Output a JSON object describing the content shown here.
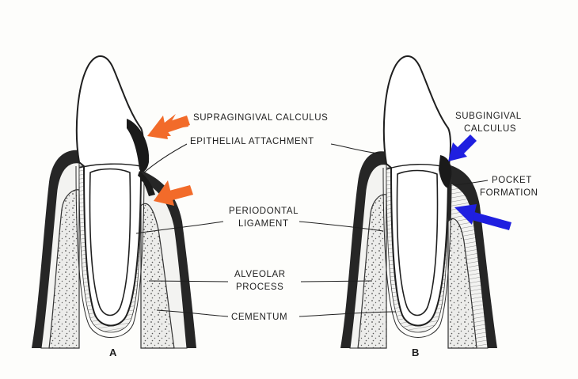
{
  "labels": {
    "supragingival": "SUPRAGINGIVAL  CALCULUS",
    "epithelial": "EPITHELIAL  ATTACHMENT",
    "periodontal_1": "PERIODONTAL",
    "periodontal_2": "LIGAMENT",
    "alveolar_1": "ALVEOLAR",
    "alveolar_2": "PROCESS",
    "cementum": "CEMENTUM",
    "subgingival_1": "SUBGINGIVAL",
    "subgingival_2": "CALCULUS",
    "pocket_1": "POCKET",
    "pocket_2": "FORMATION"
  },
  "panels": {
    "a": "A",
    "b": "B"
  },
  "colors": {
    "orange_arrow": "#F26B2A",
    "blue_arrow": "#1F1FE0",
    "ink": "#1E1E1E"
  }
}
